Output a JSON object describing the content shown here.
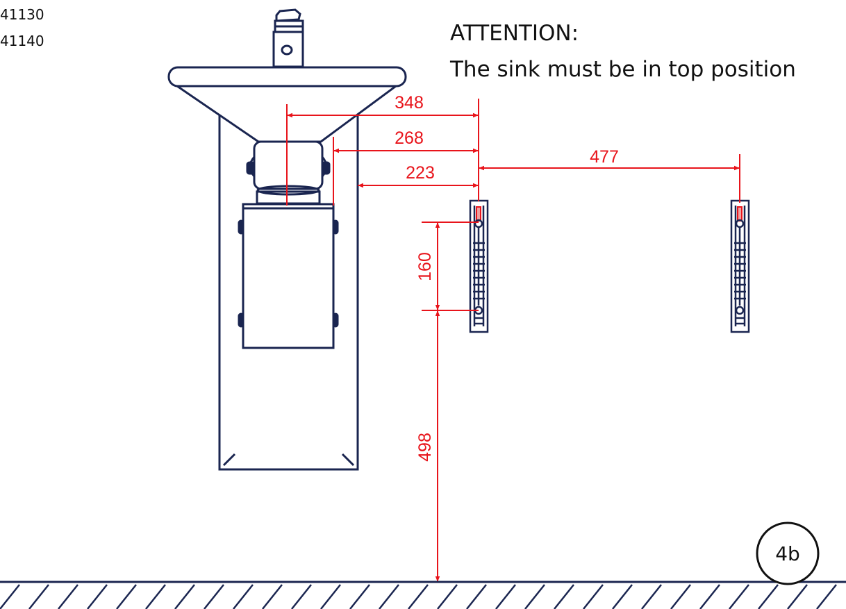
{
  "product_codes": [
    "41130",
    "41140"
  ],
  "note": {
    "heading": "ATTENTION:",
    "text": "The sink must be in top position"
  },
  "dimensions": {
    "d348": "348",
    "d268": "268",
    "d223": "223",
    "d477": "477",
    "d160": "160",
    "d498": "498"
  },
  "figure_label": "4b",
  "colors": {
    "outline": "#1a2550",
    "dimension": "#e8141b",
    "text": "#111111"
  }
}
